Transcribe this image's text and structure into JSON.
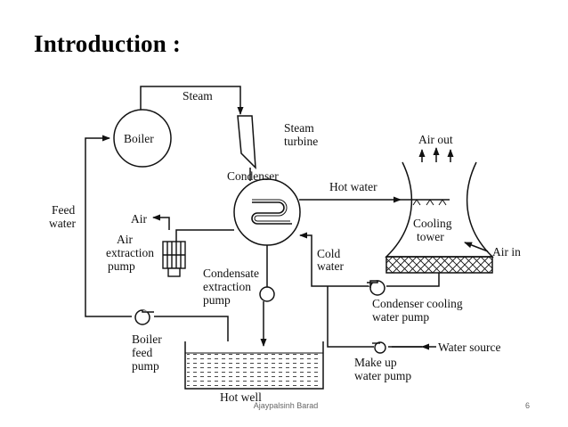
{
  "slide": {
    "title": "Introduction :",
    "author": "Ajaypalsinh Barad",
    "page": "6"
  },
  "diagram": {
    "labels": {
      "steam": "Steam",
      "steam_turbine_1": "Steam",
      "steam_turbine_2": "turbine",
      "boiler": "Boiler",
      "condenser": "Condenser",
      "hot_water": "Hot water",
      "air_out": "Air out",
      "cooling_tower_1": "Cooling",
      "cooling_tower_2": "tower",
      "air_in": "Air in",
      "feed_water_1": "Feed",
      "feed_water_2": "water",
      "air": "Air",
      "air_extraction_1": "Air",
      "air_extraction_2": "extraction",
      "air_extraction_3": "pump",
      "cold_water_1": "Cold",
      "cold_water_2": "water",
      "condensate_pump_1": "Condensate",
      "condensate_pump_2": "extraction",
      "condensate_pump_3": "pump",
      "condenser_cooling_pump_1": "Condenser cooling",
      "condenser_cooling_pump_2": "water pump",
      "boiler_feed_pump_1": "Boiler",
      "boiler_feed_pump_2": "feed",
      "boiler_feed_pump_3": "pump",
      "water_source": "Water source",
      "makeup_pump_1": "Make up",
      "makeup_pump_2": "water pump",
      "hot_well": "Hot well"
    }
  }
}
